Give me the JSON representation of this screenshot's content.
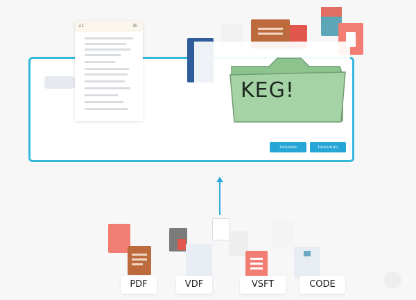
{
  "colors": {
    "accent": "#34b8dc",
    "button": "#25a6d6",
    "folder": "#9fcf9f",
    "folder_dark": "#8dc48e",
    "file_salmon": "#f27d73",
    "file_brown": "#bd6a3d",
    "file_navy": "#2f5d9a",
    "file_teal": "#5da6b8"
  },
  "paper": {
    "tag_left": "ɛ1",
    "tag_right": "Đi"
  },
  "folder": {
    "title": "KEG!"
  },
  "panel": {
    "button_primary": "Iuuuuuu",
    "button_secondary": "Iuuuuuuu"
  },
  "formats": [
    "PDF",
    "VDF",
    "VSFT",
    "CODE"
  ],
  "icons": {
    "upload_arrow": "arrow-up-icon",
    "folder": "folder-icon",
    "file": "file-icon"
  }
}
